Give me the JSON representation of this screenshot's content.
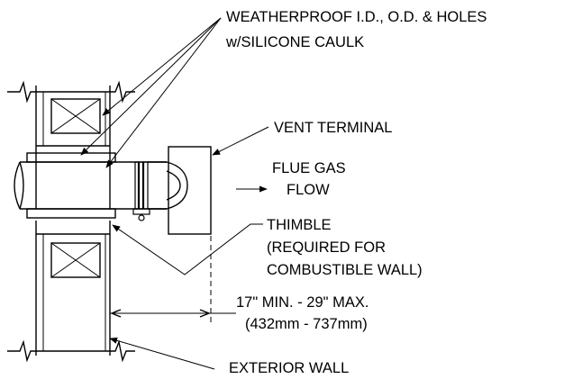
{
  "diagram": {
    "labels": {
      "weatherproof_line1": "WEATHERPROOF I.D., O.D. & HOLES",
      "weatherproof_line2": "w/SILICONE CAULK",
      "vent_terminal": "VENT TERMINAL",
      "flue_gas_line1": "FLUE GAS",
      "flue_gas_line2": "FLOW",
      "thimble_line1": "THIMBLE",
      "thimble_line2": "(REQUIRED FOR",
      "thimble_line3": "COMBUSTIBLE WALL)",
      "dimension_line1": "17\" MIN. - 29\" MAX.",
      "dimension_line2": "(432mm - 737mm)",
      "exterior_wall": "EXTERIOR WALL"
    },
    "colors": {
      "ink": "#000000",
      "background": "#ffffff"
    }
  }
}
